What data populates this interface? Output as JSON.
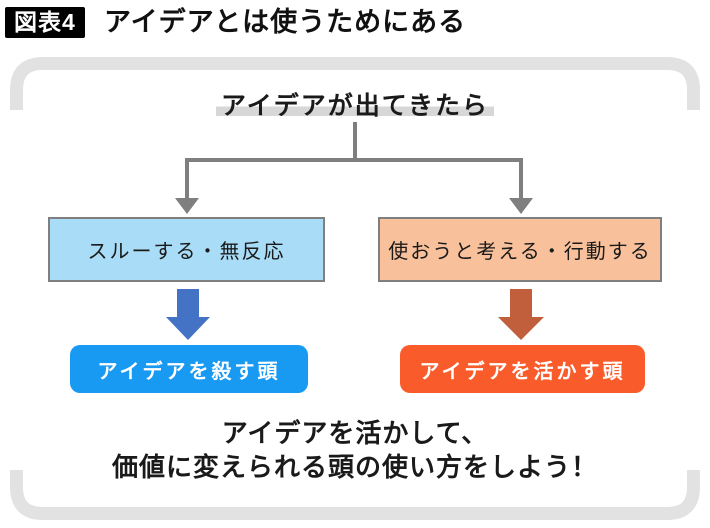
{
  "header": {
    "badge": "図表4",
    "title": "アイデアとは使うためにある"
  },
  "flow": {
    "start": "アイデアが出てきたら",
    "left_option": "スルーする・無反応",
    "right_option": "使おうと考える・行動する",
    "left_result": "アイデアを殺す頭",
    "right_result": "アイデアを活かす頭"
  },
  "conclusion": {
    "line1": "アイデアを活かして、",
    "line2": "価値に変えられる頭の使い方をしよう！"
  },
  "colors": {
    "badge_bg": "#000000",
    "badge_text": "#ffffff",
    "frame_gray": "#e2e2e2",
    "connector_gray": "#7f7f7f",
    "highlight_gray": "#d7d7d7",
    "left_option_bg": "#a9dcf6",
    "right_option_bg": "#f9c19b",
    "option_border": "#7f7f7f",
    "left_block_arrow": "#4472c4",
    "right_block_arrow": "#c15f3c",
    "left_result_bg": "#1899f2",
    "right_result_bg": "#f95b2b",
    "text_black": "#1a1a1a"
  }
}
